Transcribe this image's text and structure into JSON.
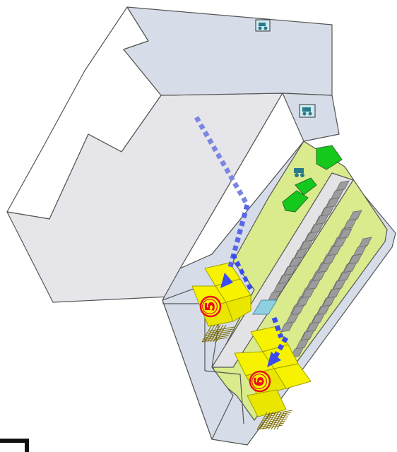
{
  "markers": [
    {
      "id": "marker-5",
      "label": "⑤"
    },
    {
      "id": "marker-6",
      "label": "⑥"
    }
  ],
  "colors": {
    "building_roof": "#ffffff",
    "building_wall": "#e8e8ec",
    "floor_blue": "#d6dde8",
    "zone_green_light": "#d9eb8c",
    "equipment_green": "#12c81c",
    "storage_yellow": "#f5f500",
    "pallet_gray": "#9a9a9a",
    "arrow_blue": "#3a4bf0",
    "arrow_lavender": "#7b86e0",
    "marker_red": "#e8101a",
    "outline": "#4a4a4a"
  },
  "icons": [
    "forklift-icon",
    "forklift-icon",
    "forklift-icon"
  ]
}
